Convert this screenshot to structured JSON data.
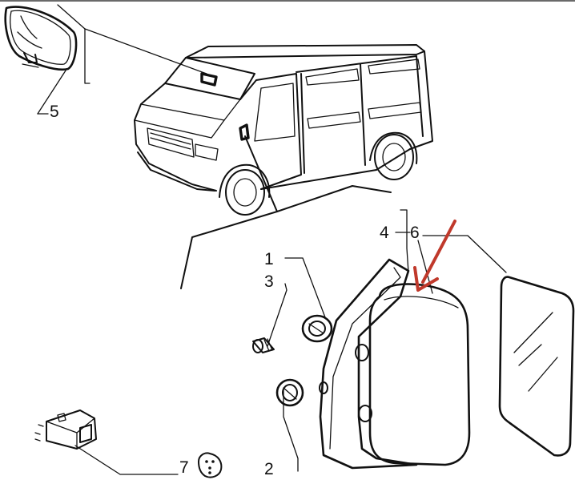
{
  "callouts": {
    "part_1": "1",
    "part_2": "2",
    "part_3": "3",
    "part_4": "4",
    "part_5": "5",
    "part_6": "6",
    "part_7": "7"
  },
  "colors": {
    "line": "#111111",
    "arrow": "#c0392b",
    "background": "#ffffff"
  }
}
